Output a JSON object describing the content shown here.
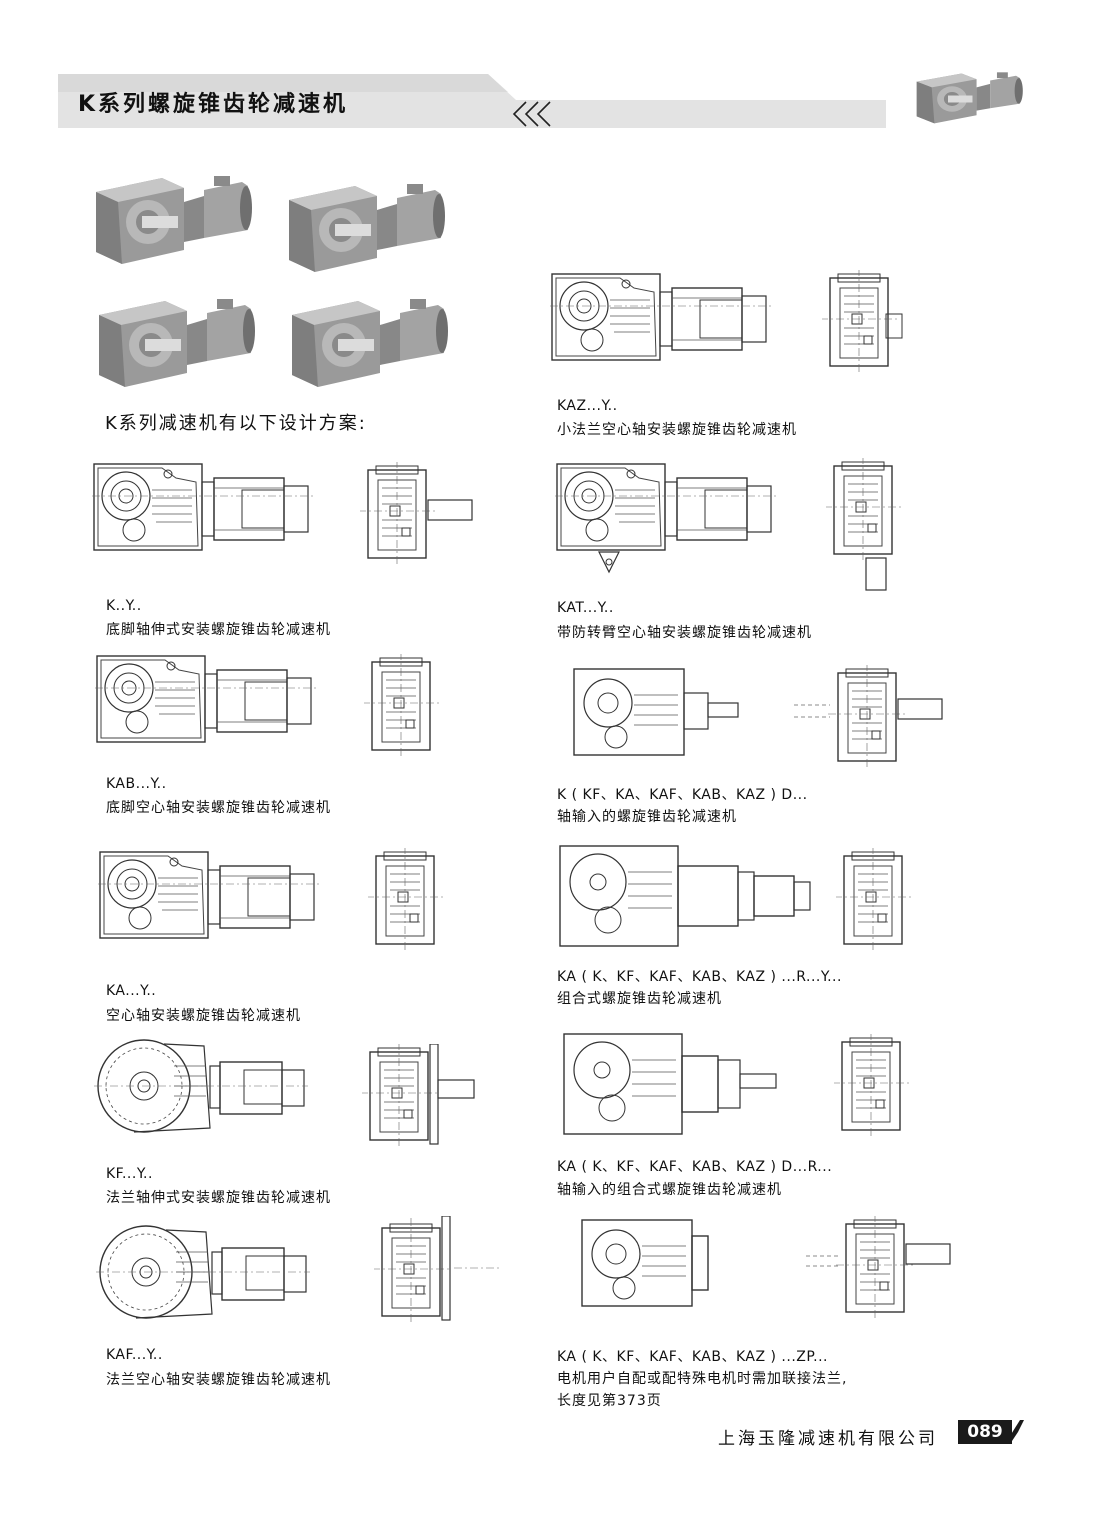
{
  "header": {
    "title": "K系列螺旋锥齿轮减速机"
  },
  "intro": "K系列减速机有以下设计方案:",
  "models": [
    {
      "code": "K..Y..",
      "desc": "底脚轴伸式安装螺旋锥齿轮减速机"
    },
    {
      "code": "KAB...Y..",
      "desc": "底脚空心轴安装螺旋锥齿轮减速机"
    },
    {
      "code": "KA...Y..",
      "desc": "空心轴安装螺旋锥齿轮减速机"
    },
    {
      "code": "KF...Y..",
      "desc": "法兰轴伸式安装螺旋锥齿轮减速机"
    },
    {
      "code": "KAF...Y..",
      "desc": "法兰空心轴安装螺旋锥齿轮减速机"
    },
    {
      "code": "KAZ...Y..",
      "desc": "小法兰空心轴安装螺旋锥齿轮减速机"
    },
    {
      "code": "KAT...Y..",
      "desc": "带防转臂空心轴安装螺旋锥齿轮减速机"
    },
    {
      "code": "K ( KF、KA、KAF、KAB、KAZ ) D...",
      "desc": "轴输入的螺旋锥齿轮减速机"
    },
    {
      "code": "KA ( K、KF、KAF、KAB、KAZ ) ...R...Y...",
      "desc": "组合式螺旋锥齿轮减速机"
    },
    {
      "code": "KA ( K、KF、KAF、KAB、KAZ ) D...R...",
      "desc": "轴输入的组合式螺旋锥齿轮减速机"
    },
    {
      "code": "KA ( K、KF、KAF、KAB、KAZ ) ...ZP...",
      "desc": "电机用户自配或配特殊电机时需加联接法兰,",
      "desc2": "长度见第373页"
    }
  ],
  "footer": {
    "company": "上海玉隆减速机有限公司",
    "page": "089"
  }
}
